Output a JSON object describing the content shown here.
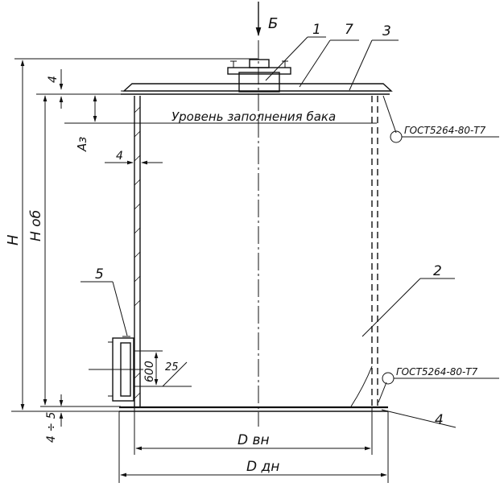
{
  "view_arrow": {
    "label": "Б"
  },
  "callouts": {
    "c1": "1",
    "c2": "2",
    "c3": "3",
    "c4": "4",
    "c5": "5",
    "c7": "7"
  },
  "fill_level_label": "Уровень заполнения бака",
  "weld_symbol_top": "ГОСТ5264-80-Т7",
  "weld_symbol_bottom": "ГОСТ5264-80-Т7",
  "dimensions": {
    "H": "H",
    "H_ob": "H об",
    "Az": "Аз",
    "top_thickness": "4",
    "wall_thickness": "4",
    "bottom_gap": "4 ÷ 5",
    "hatch_height": "600",
    "hatch_offset": "25",
    "D_inner": "D вн",
    "D_outer": "D дн"
  }
}
